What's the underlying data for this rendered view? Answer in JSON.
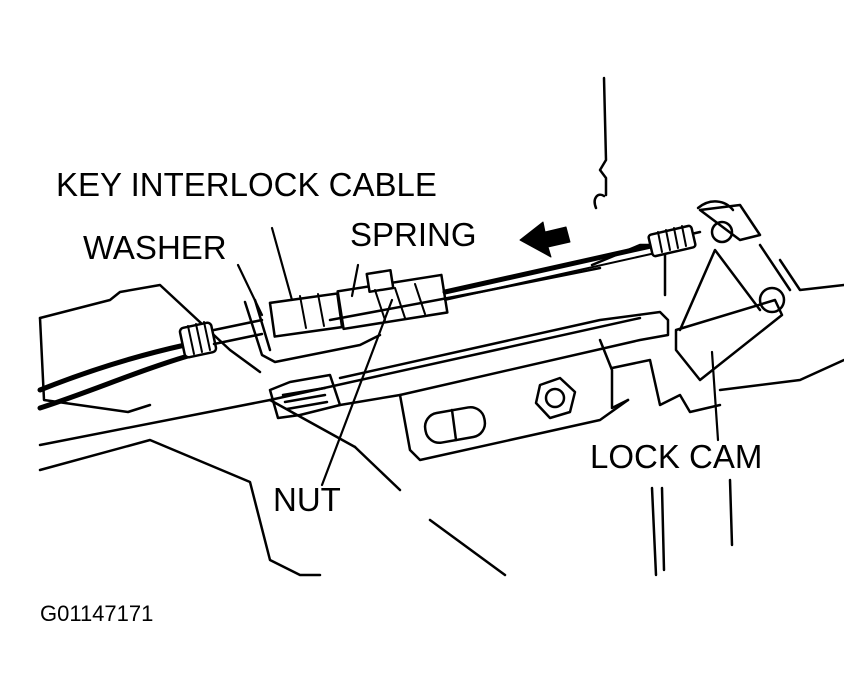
{
  "labels": {
    "key_interlock_cable": "KEY INTERLOCK CABLE",
    "washer": "WASHER",
    "spring": "SPRING",
    "nut": "NUT",
    "lock_cam": "LOCK CAM"
  },
  "figure_id": "G01147171",
  "colors": {
    "ink": "#000000",
    "paper": "#ffffff"
  },
  "icons": {
    "direction_arrow": "arrow-left-icon"
  }
}
